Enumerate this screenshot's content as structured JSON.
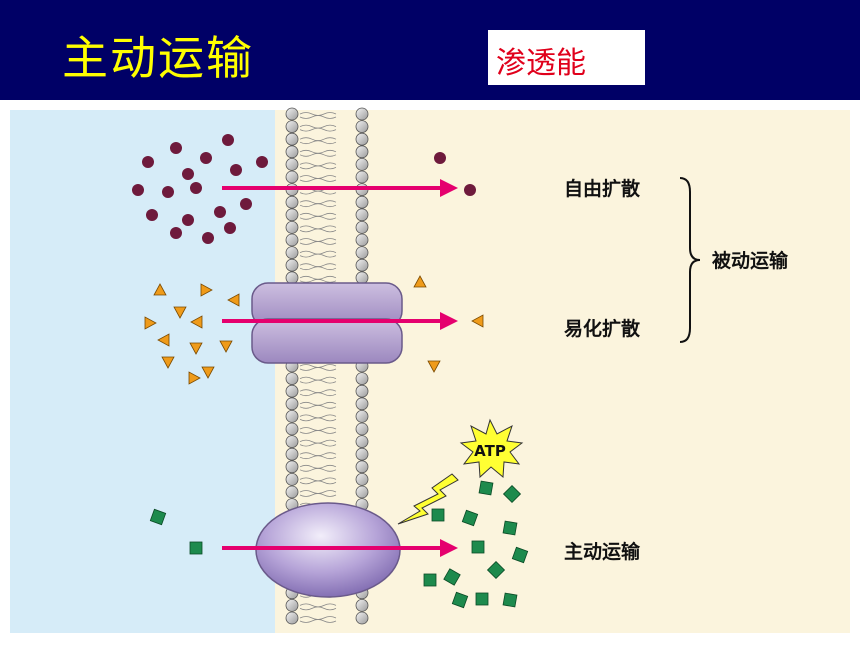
{
  "title": "主动运输",
  "tag": "渗透能",
  "diagram": {
    "labels": {
      "free_diffusion": "自由扩散",
      "facilitated_diffusion": "易化扩散",
      "passive_transport": "被动运输",
      "active_transport": "主动运输",
      "atp": "ATP"
    },
    "colors": {
      "title_bar": "#000066",
      "title_text": "#ffff00",
      "tag_text": "#e0001b",
      "inside": "#d6ecf8",
      "outside": "#fbf4dd",
      "arrow": "#e5006e",
      "dot": "#6e1a3c",
      "triangle": "#ef9b1a",
      "square": "#1d8a4d",
      "channel": "#b7a4cd",
      "carrier": "#a08cc8",
      "atp_burst": "#ffff33"
    }
  }
}
